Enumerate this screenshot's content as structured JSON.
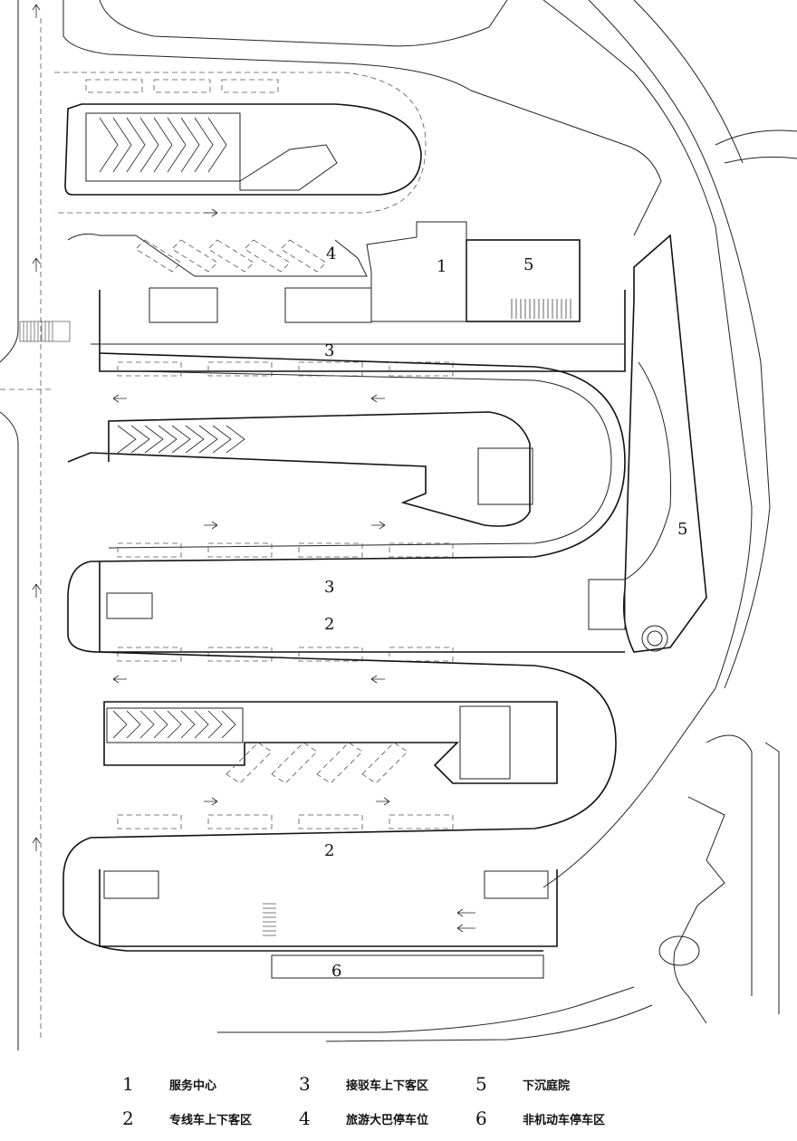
{
  "plan": {
    "zone_labels": [
      {
        "id": "z1",
        "text": "1"
      },
      {
        "id": "z5a",
        "text": "5"
      },
      {
        "id": "z4",
        "text": "4"
      },
      {
        "id": "z3a",
        "text": "3"
      },
      {
        "id": "z5b",
        "text": "5"
      },
      {
        "id": "z3b",
        "text": "3"
      },
      {
        "id": "z2a",
        "text": "2"
      },
      {
        "id": "z2b",
        "text": "2"
      },
      {
        "id": "z6",
        "text": "6"
      }
    ]
  },
  "legend": {
    "items": [
      {
        "num": "1",
        "label": "服务中心"
      },
      {
        "num": "3",
        "label": "接驳车上下客区"
      },
      {
        "num": "5",
        "label": "下沉庭院"
      },
      {
        "num": "2",
        "label": "专线车上下客区"
      },
      {
        "num": "4",
        "label": "旅游大巴停车位"
      },
      {
        "num": "6",
        "label": "非机动车停车区"
      }
    ]
  }
}
